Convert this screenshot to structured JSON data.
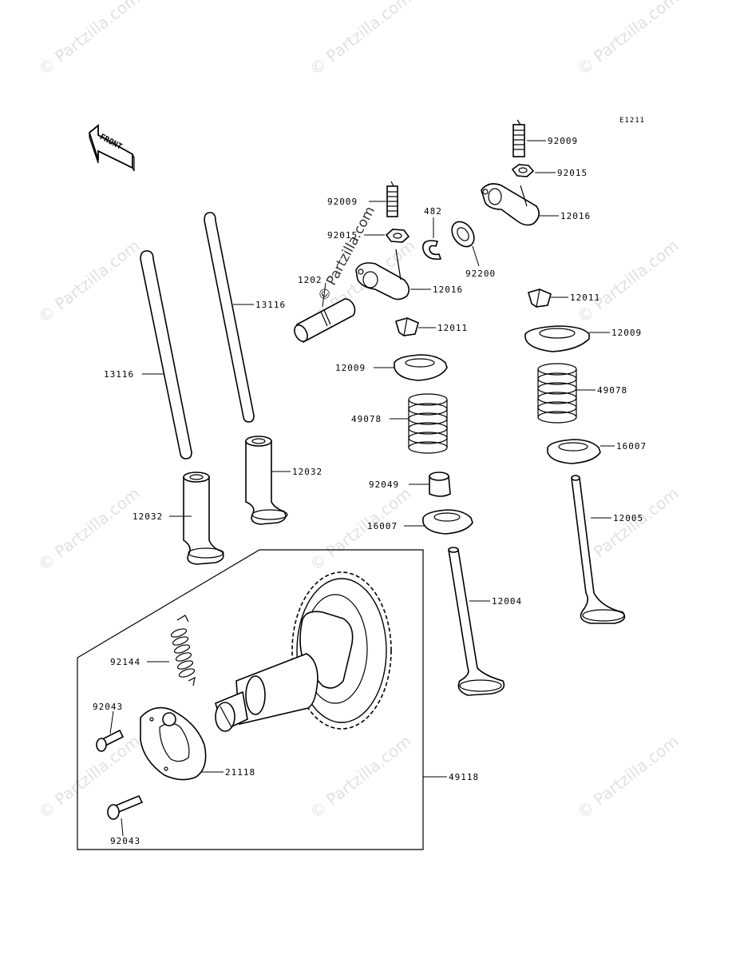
{
  "diagram_code": "E1211",
  "front_label": "FRONT",
  "watermark": "© Partzilla.com",
  "labels": {
    "p92009_right": "92009",
    "p92015_right": "92015",
    "p12016_right": "12016",
    "p92009_left": "92009",
    "p482": "482",
    "p92015_left": "92015",
    "p92200": "92200",
    "p1202x": "1202",
    "p12016_left": "12016",
    "p13116_right": "13116",
    "p12011_right": "12011",
    "p12011_left": "12011",
    "p12009_right": "12009",
    "p13116_left": "13116",
    "p12009_left": "12009",
    "p49078_right": "49078",
    "p49078_left": "49078",
    "p16007_right": "16007",
    "p12032_right": "12032",
    "p92049": "92049",
    "p12005": "12005",
    "p12032_left": "12032",
    "p16007_left": "16007",
    "p12004": "12004",
    "p92144": "92144",
    "p92043_top": "92043",
    "p21118": "21118",
    "p49118": "49118",
    "p92043_bottom": "92043"
  }
}
